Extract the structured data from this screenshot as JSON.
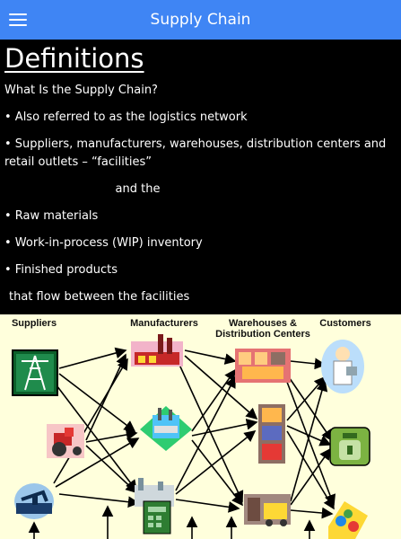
{
  "appbar": {
    "title": "Supply Chain",
    "menu_icon": "hamburger-menu-icon",
    "color": "#3f85f4"
  },
  "content": {
    "heading": "Definitions",
    "question": "What Is the Supply Chain?",
    "bullet_logistics": "• Also referred to as the logistics network",
    "bullet_facilities": "• Suppliers, manufacturers, warehouses, distribution centers and retail outlets – “facilities”",
    "and_the": "and the",
    "bullet_raw": "• Raw materials",
    "bullet_wip": "• Work-in-process (WIP) inventory",
    "bullet_finished": "• Finished products",
    "flow": "that flow between the facilities"
  },
  "diagram": {
    "columns": {
      "suppliers": "Suppliers",
      "manufacturers": "Manufacturers",
      "warehouses_line1": "Warehouses &",
      "warehouses_line2": "Distribution Centers",
      "customers": "Customers"
    },
    "background": "#ffffdc"
  }
}
